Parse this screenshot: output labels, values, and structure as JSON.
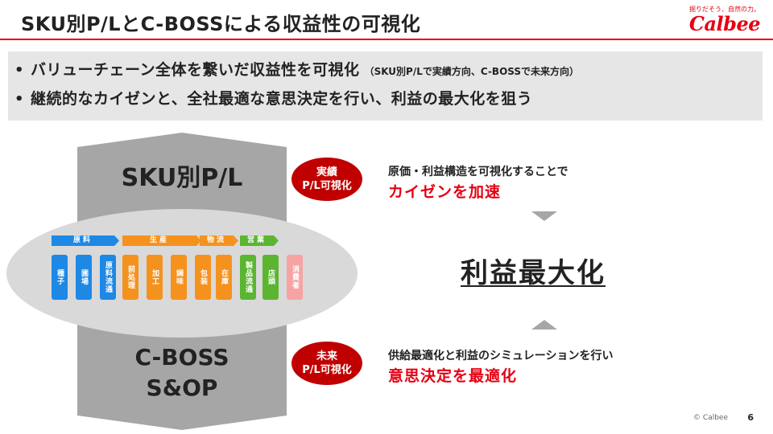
{
  "header": {
    "title": "SKU別P/LとC-BOSSによる収益性の可視化",
    "logo_tagline": "掘りだそう、自然の力。",
    "logo_word": "Calbee"
  },
  "bullets": [
    {
      "text": "バリューチェーン全体を繋いだ収益性を可視化",
      "note": "（SKU別P/Lで実績方向、C-BOSSで未来方向）"
    },
    {
      "text": "継続的なカイゼンと、全社最適な意思決定を行い、利益の最大化を狙う",
      "note": ""
    }
  ],
  "diagram": {
    "top_label": "SKU別P/L",
    "bottom_label_1": "C-BOSS",
    "bottom_label_2": "S&OP",
    "phases": [
      {
        "label": "原料",
        "color": "#1e88e5"
      },
      {
        "label": "生産",
        "color": "#f5921e"
      },
      {
        "label": "物流",
        "color": "#f5921e"
      },
      {
        "label": "営業",
        "color": "#5bb531"
      }
    ],
    "steps": [
      {
        "label": "種子",
        "color": "#1e88e5"
      },
      {
        "label": "圃場",
        "color": "#1e88e5"
      },
      {
        "label": "原料流通",
        "color": "#1e88e5"
      },
      {
        "label": "前処理",
        "color": "#f5921e"
      },
      {
        "label": "加工",
        "color": "#f5921e"
      },
      {
        "label": "調味",
        "color": "#f5921e"
      },
      {
        "label": "包装",
        "color": "#f5921e"
      },
      {
        "label": "在庫",
        "color": "#f5921e"
      },
      {
        "label": "製品流通",
        "color": "#5bb531"
      },
      {
        "label": "店頭",
        "color": "#5bb531"
      },
      {
        "label": "消費者",
        "color": "#f7a3a3"
      }
    ]
  },
  "actual": {
    "badge_line1": "実績",
    "badge_line2": "P/L可視化",
    "desc": "原価・利益構造を可視化することで",
    "highlight": "カイゼンを加速"
  },
  "future": {
    "badge_line1": "未来",
    "badge_line2": "P/L可視化",
    "desc": "供給最適化と利益のシミュレーションを行い",
    "highlight": "意思決定を最適化"
  },
  "result": "利益最大化",
  "footer": {
    "copyright": "© Calbee",
    "page": "6"
  },
  "colors": {
    "accent_red": "#e60012",
    "badge_red": "#c00000",
    "gray_shape": "#a6a6a6",
    "ellipse": "#d9d9d9"
  }
}
